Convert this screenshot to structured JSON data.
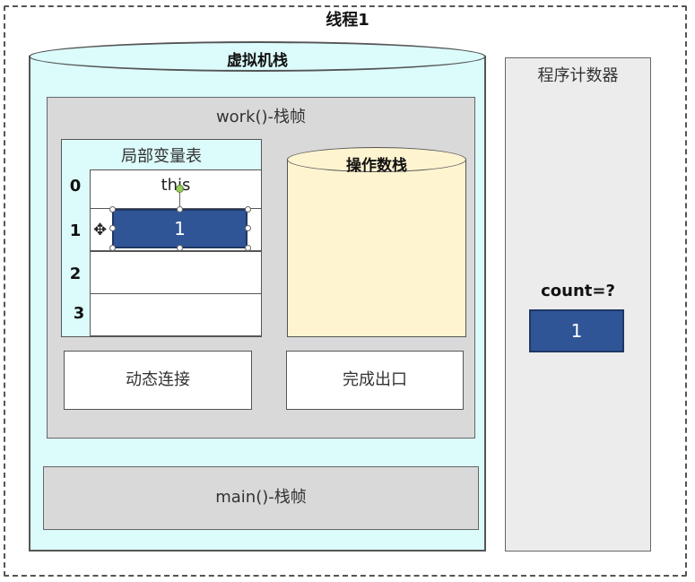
{
  "thread": {
    "title": "线程1"
  },
  "vm_stack": {
    "title": "虚拟机栈"
  },
  "work_frame": {
    "title": "work()-栈帧",
    "local_var_table": {
      "title": "局部变量表",
      "slots": [
        {
          "index": "0",
          "value": "this"
        },
        {
          "index": "1",
          "value": "1"
        },
        {
          "index": "2",
          "value": ""
        },
        {
          "index": "3",
          "value": ""
        }
      ]
    },
    "operand_stack": {
      "title": "操作数栈"
    },
    "dynamic_link": {
      "label": "动态连接"
    },
    "return_address": {
      "label": "完成出口"
    }
  },
  "main_frame": {
    "title": "main()-栈帧"
  },
  "program_counter": {
    "title": "程序计数器",
    "count_label": "count=?",
    "count_value": "1"
  },
  "colors": {
    "vm_stack_fill": "#dcfbfb",
    "operand_stack_fill": "#fff4d0",
    "value_box_fill": "#2f5597",
    "frame_fill": "#d9d9d9"
  }
}
